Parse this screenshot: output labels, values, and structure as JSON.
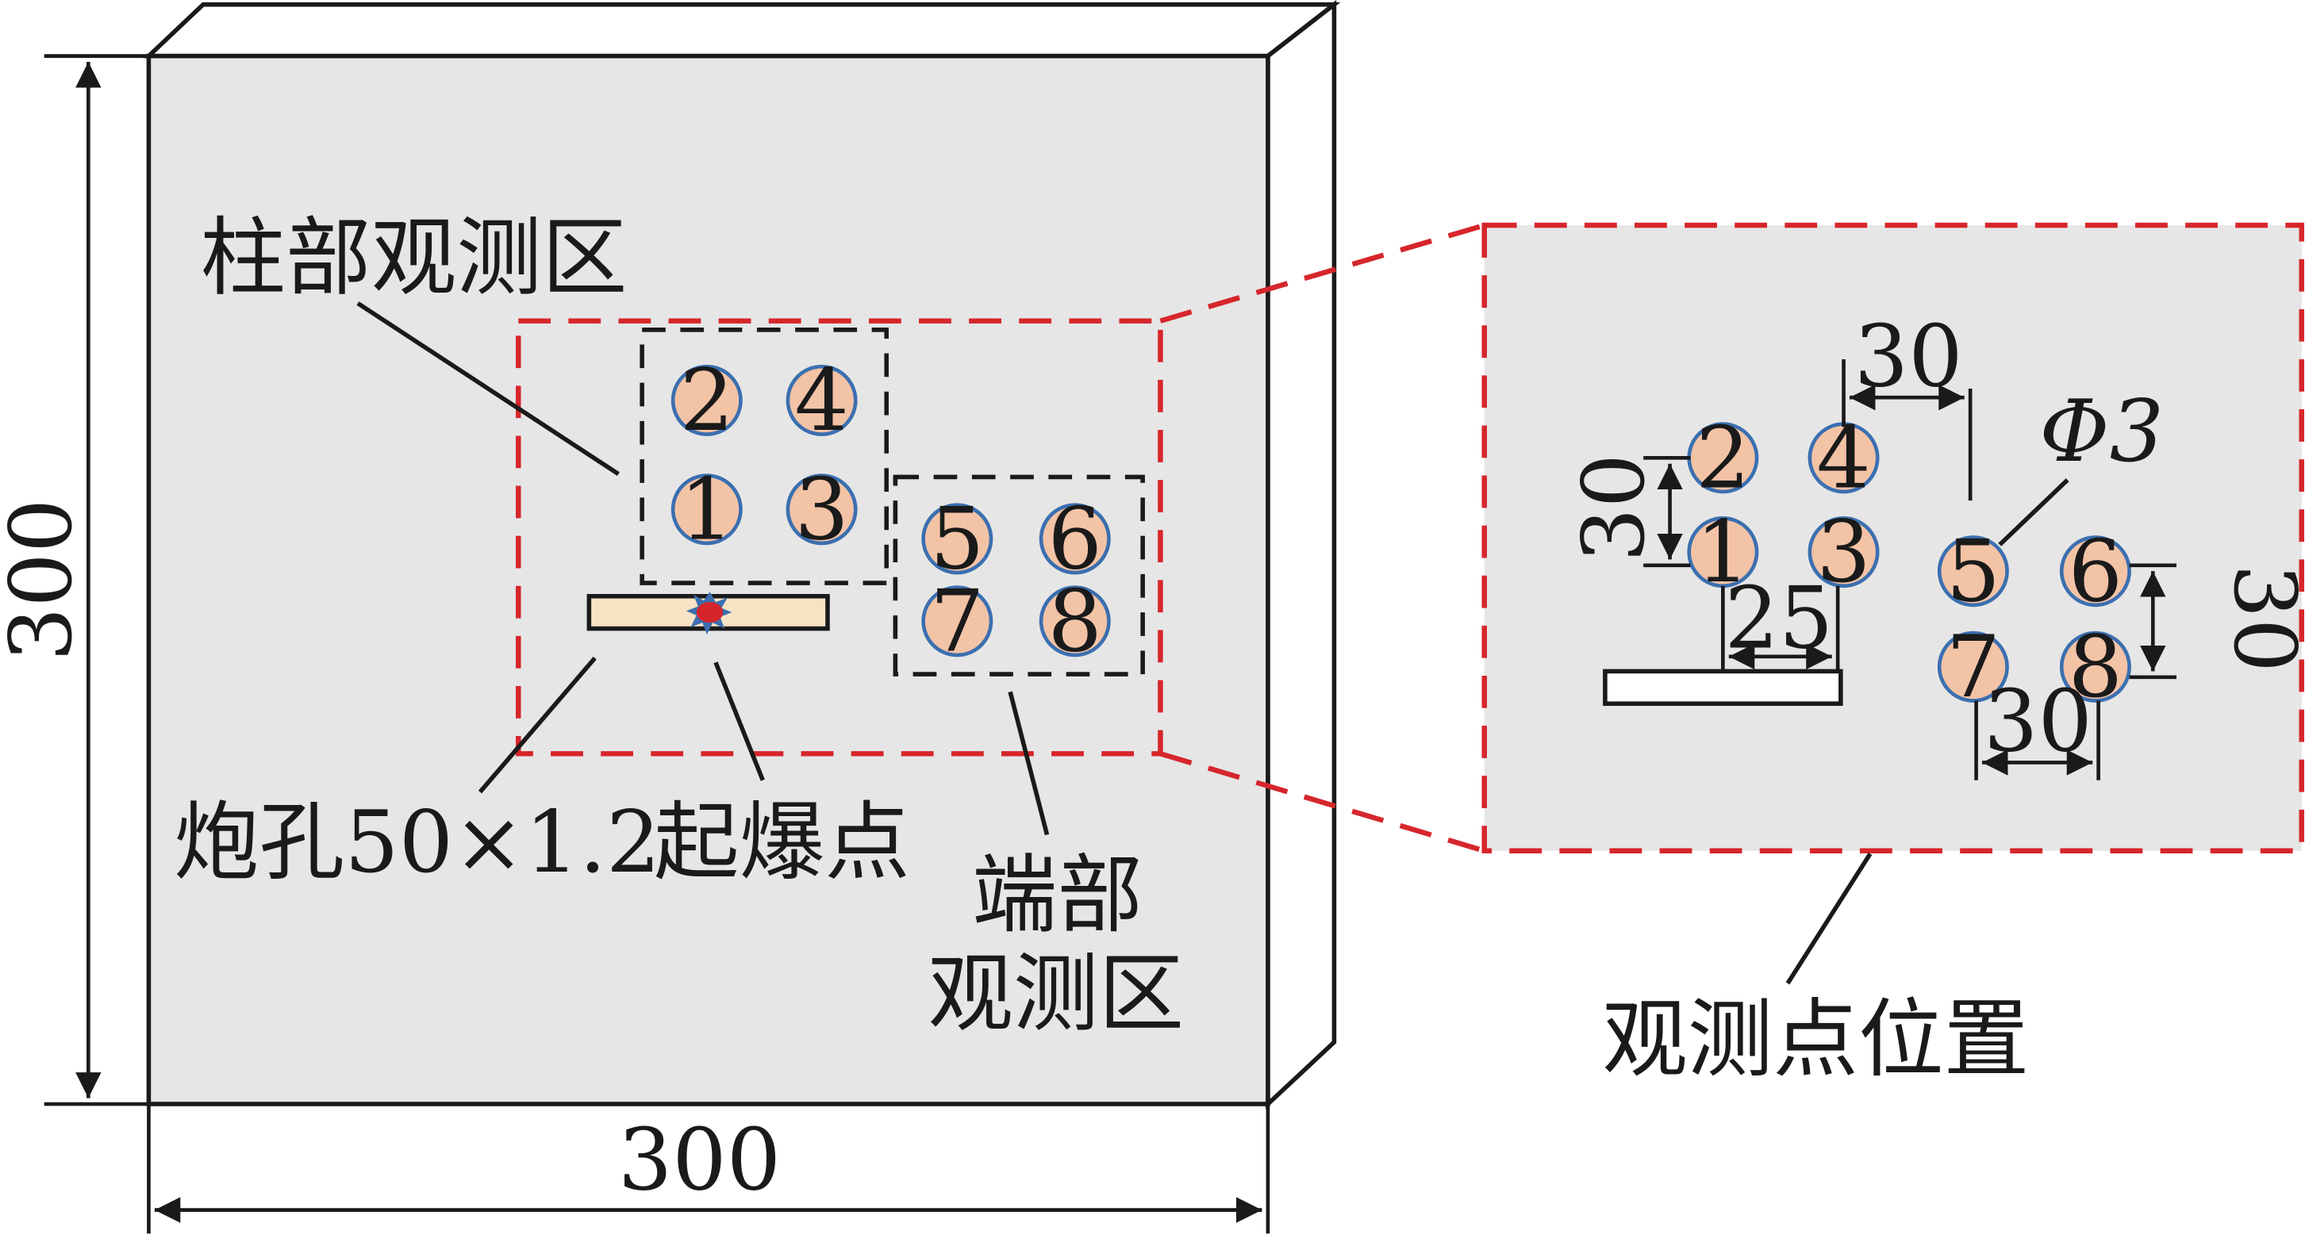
{
  "labels": {
    "column_zone": "柱部观测区",
    "end_zone_line1": "端部",
    "end_zone_line2": "观测区",
    "borehole": "炮孔50×1.2",
    "detonation_point": "起爆点",
    "observation_positions": "观测点位置"
  },
  "dimensions": {
    "plate_height": "300",
    "plate_width": "300",
    "spacing_top": "30",
    "spacing_left": "30",
    "spacing_right": "30",
    "spacing_bottom": "30",
    "offset_25": "25",
    "diameter": "Φ3"
  },
  "points": {
    "p1": "1",
    "p2": "2",
    "p3": "3",
    "p4": "4",
    "p5": "5",
    "p6": "6",
    "p7": "7",
    "p8": "8"
  },
  "colors": {
    "plate_fill": "#e6e6e6",
    "zoom_outline": "#d6262b",
    "point_fill": "#f3c3a6",
    "point_outline": "#3b6fb0",
    "detonation": "#d6262b"
  },
  "icons": {
    "detonation": "starburst-icon"
  }
}
